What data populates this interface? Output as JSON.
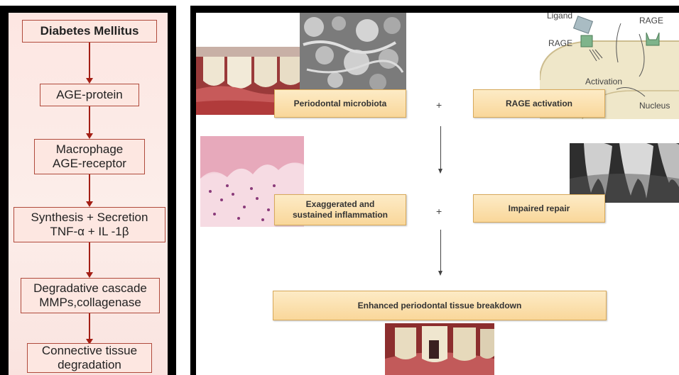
{
  "left_flow": {
    "steps": [
      "Diabetes Mellitus",
      "AGE-protein",
      "Macrophage\nAGE-receptor",
      "Synthesis + Secretion\nTNF-α + IL -1β",
      "Degradative cascade\nMMPs,collagenase",
      "Connective tissue\ndegradation"
    ]
  },
  "right_diagram": {
    "boxes": {
      "microbiota": "Periodontal microbiota",
      "rage": "RAGE activation",
      "inflammation": "Exaggerated and\nsustained inflammation",
      "repair": "Impaired repair",
      "breakdown": "Enhanced periodontal tissue breakdown"
    },
    "plus_sign": "+",
    "cell_labels": {
      "ligand": "Ligand",
      "rage_left": "RAGE",
      "rage_right": "RAGE",
      "activation": "Activation",
      "nucleus": "Nucleus"
    }
  },
  "colors": {
    "left_border": "#b04a3c",
    "left_arrow": "#a31f15",
    "box_fill": "#f9d79a",
    "box_border": "#d8a95a"
  }
}
